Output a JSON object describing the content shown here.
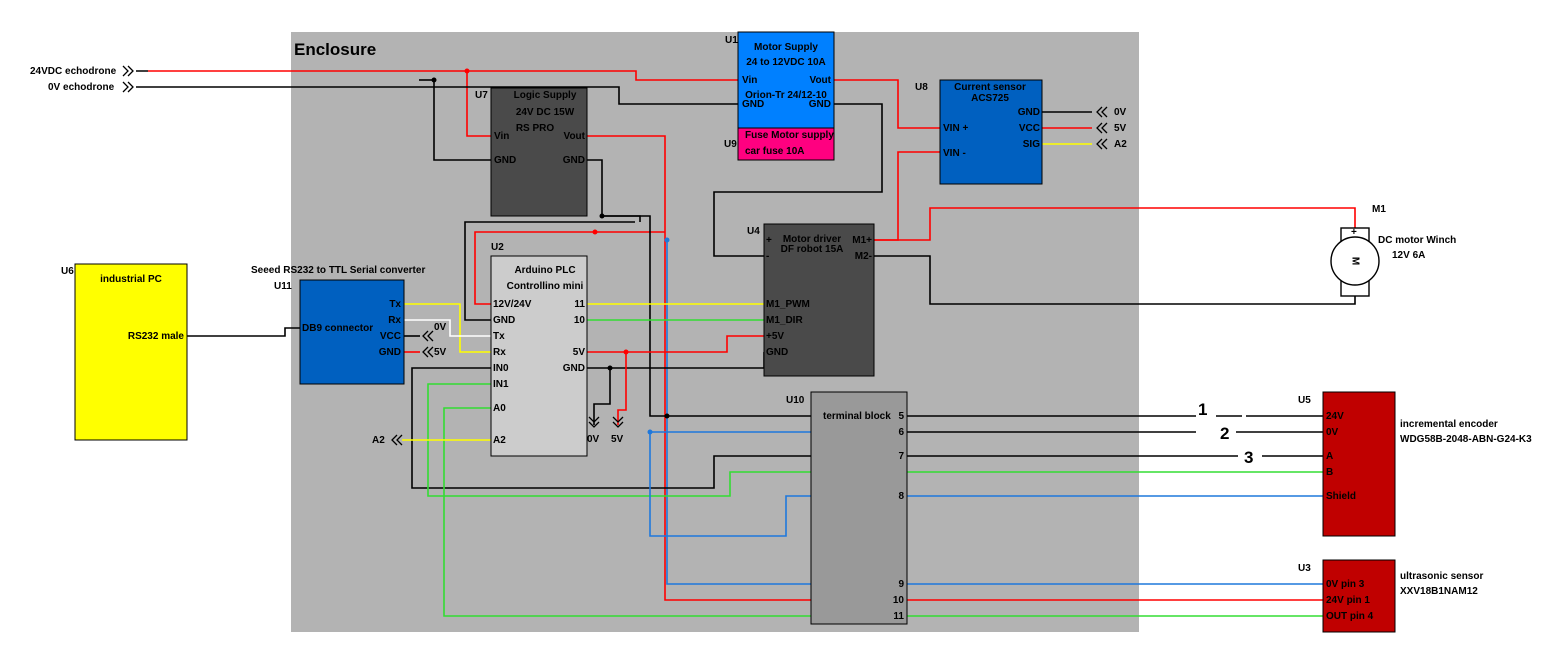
{
  "enclosure": {
    "title": "Enclosure"
  },
  "ports": {
    "in_24v": "24VDC echodrone",
    "in_0v": "0V echodrone",
    "out_0v": "0V",
    "out_5v": "5V",
    "out_a2": "A2",
    "in_a2": "A2",
    "gnd_0v": "0V",
    "gnd_5v": "5V",
    "plc_0v": "0V",
    "plc_5v": "5V"
  },
  "components": {
    "u1": {
      "ref": "U1",
      "title1": "Motor Supply",
      "title2": "24 to 12VDC 10A",
      "title3": "Orion-Tr 24/12-10",
      "pins": {
        "vin": "Vin",
        "gnd": "GND",
        "vout": "Vout",
        "gnd2": "GND"
      }
    },
    "u9": {
      "ref": "U9",
      "title1": "Fuse Motor supply",
      "title2": "car fuse 10A"
    },
    "u7": {
      "ref": "U7",
      "title1": "Logic Supply",
      "title2": "24V DC 15W",
      "title3": "RS PRO",
      "pins": {
        "vin": "Vin",
        "gnd": "GND",
        "vout": "Vout",
        "gnd2": "GND"
      }
    },
    "u8": {
      "ref": "U8",
      "title1": "Current sensor",
      "title2": "ACS725",
      "pins": {
        "vin_p": "VIN +",
        "vin_m": "VIN -",
        "gnd": "GND",
        "vcc": "VCC",
        "sig": "SIG"
      }
    },
    "u4": {
      "ref": "U4",
      "title1": "Motor driver",
      "title2": "DF robot 15A",
      "pins": {
        "plus": "+",
        "minus": "-",
        "m1p": "M1+",
        "m2m": "M2-",
        "pwm": "M1_PWM",
        "dir": "M1_DIR",
        "v5": "+5V",
        "gnd": "GND"
      }
    },
    "m1": {
      "ref": "M1",
      "title1": "DC motor Winch",
      "title2": "12V 6A",
      "symbol": "M",
      "plus": "+"
    },
    "u2": {
      "ref": "U2",
      "title1": "Arduino PLC",
      "title2": "Controllino mini",
      "pins": {
        "v12": "12V/24V",
        "gnd": "GND",
        "tx": "Tx",
        "rx": "Rx",
        "in0": "IN0",
        "in1": "IN1",
        "a0": "A0",
        "a2": "A2",
        "p11": "11",
        "p10": "10",
        "p5v": "5V",
        "pgnd": "GND"
      }
    },
    "u11": {
      "ref": "U11",
      "title1": "Seeed RS232 to TTL Serial converter",
      "title2": "DB9 connector",
      "pins": {
        "tx": "Tx",
        "rx": "Rx",
        "vcc": "VCC",
        "gnd": "GND"
      }
    },
    "u6": {
      "ref": "U6",
      "title1": "industrial PC",
      "title2": "RS232 male"
    },
    "u10": {
      "ref": "U10",
      "title1": "terminal block",
      "pins": {
        "p5": "5",
        "p6": "6",
        "p7": "7",
        "p8": "8",
        "p9": "9",
        "p10": "10",
        "p11": "11"
      }
    },
    "u5": {
      "ref": "U5",
      "title1": "incremental encoder",
      "title2": "WDG58B-2048-ABN-G24-K3",
      "pins": {
        "v24": "24V",
        "v0": "0V",
        "a": "A",
        "b": "B",
        "shield": "Shield"
      }
    },
    "u3": {
      "ref": "U3",
      "title1": "ultrasonic sensor",
      "title2": "XXV18B1NAM12",
      "pins": {
        "v0": "0V pin 3",
        "v24": "24V pin 1",
        "out": "OUT pin 4"
      }
    }
  },
  "cable_labels": {
    "c1": "1",
    "c2": "2",
    "c3": "3"
  },
  "colors": {
    "enclosure": "#b3b3b3",
    "motor_supply": "#0080ff",
    "fuse": "#ff0080",
    "dark_module": "#4a4a4a",
    "current_sensor": "#0060c0",
    "plc": "#cccccc",
    "terminal_block": "#999999",
    "sensor": "#c00000",
    "pc": "#ffff00",
    "wire_red": "#ff0000",
    "wire_black": "#000000",
    "wire_blue": "#1e78dc",
    "wire_green": "#33dd33",
    "wire_yellow": "#ffff00",
    "wire_white": "#ffffff"
  }
}
